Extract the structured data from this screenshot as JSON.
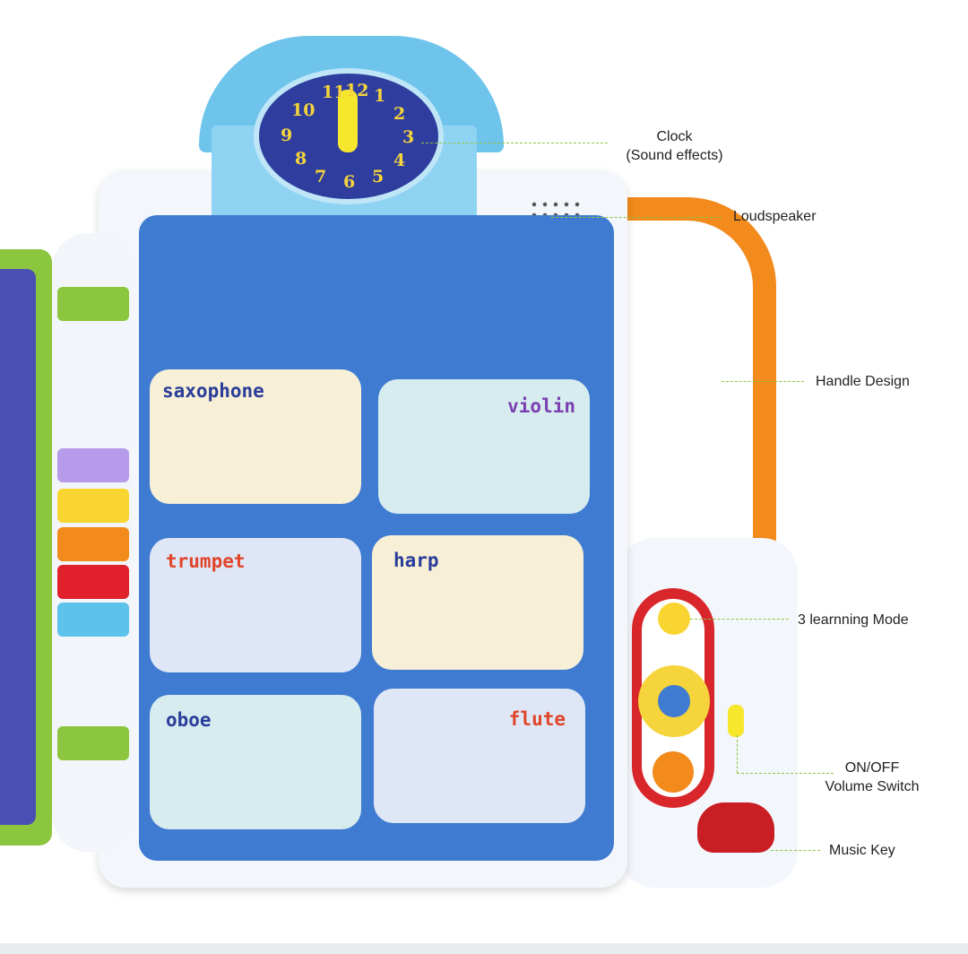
{
  "clock": {
    "numbers": [
      "11",
      "12",
      "1",
      "2",
      "3",
      "4",
      "5",
      "6",
      "7",
      "8",
      "9",
      "10"
    ]
  },
  "cards": [
    {
      "label": "saxophone",
      "color": "#2a3d9a"
    },
    {
      "label": "violin",
      "color": "#7b3fb0"
    },
    {
      "label": "trumpet",
      "color": "#e0452a"
    },
    {
      "label": "harp",
      "color": "#2a3d9a"
    },
    {
      "label": "oboe",
      "color": "#2a3d9a"
    },
    {
      "label": "flute",
      "color": "#e0452a"
    }
  ],
  "callouts": {
    "clock_line1": "Clock",
    "clock_line2": "(Sound effects)",
    "loudspeaker": "Loudspeaker",
    "handle": "Handle Design",
    "mode": "3 learnning Mode",
    "switch_line1": "ON/OFF",
    "switch_line2": "Volume Switch",
    "music_key": "Music Key"
  },
  "colors": {
    "panel": "#3f7bd1",
    "handle": "#f28a1c",
    "callout_line": "#8cc63f"
  }
}
